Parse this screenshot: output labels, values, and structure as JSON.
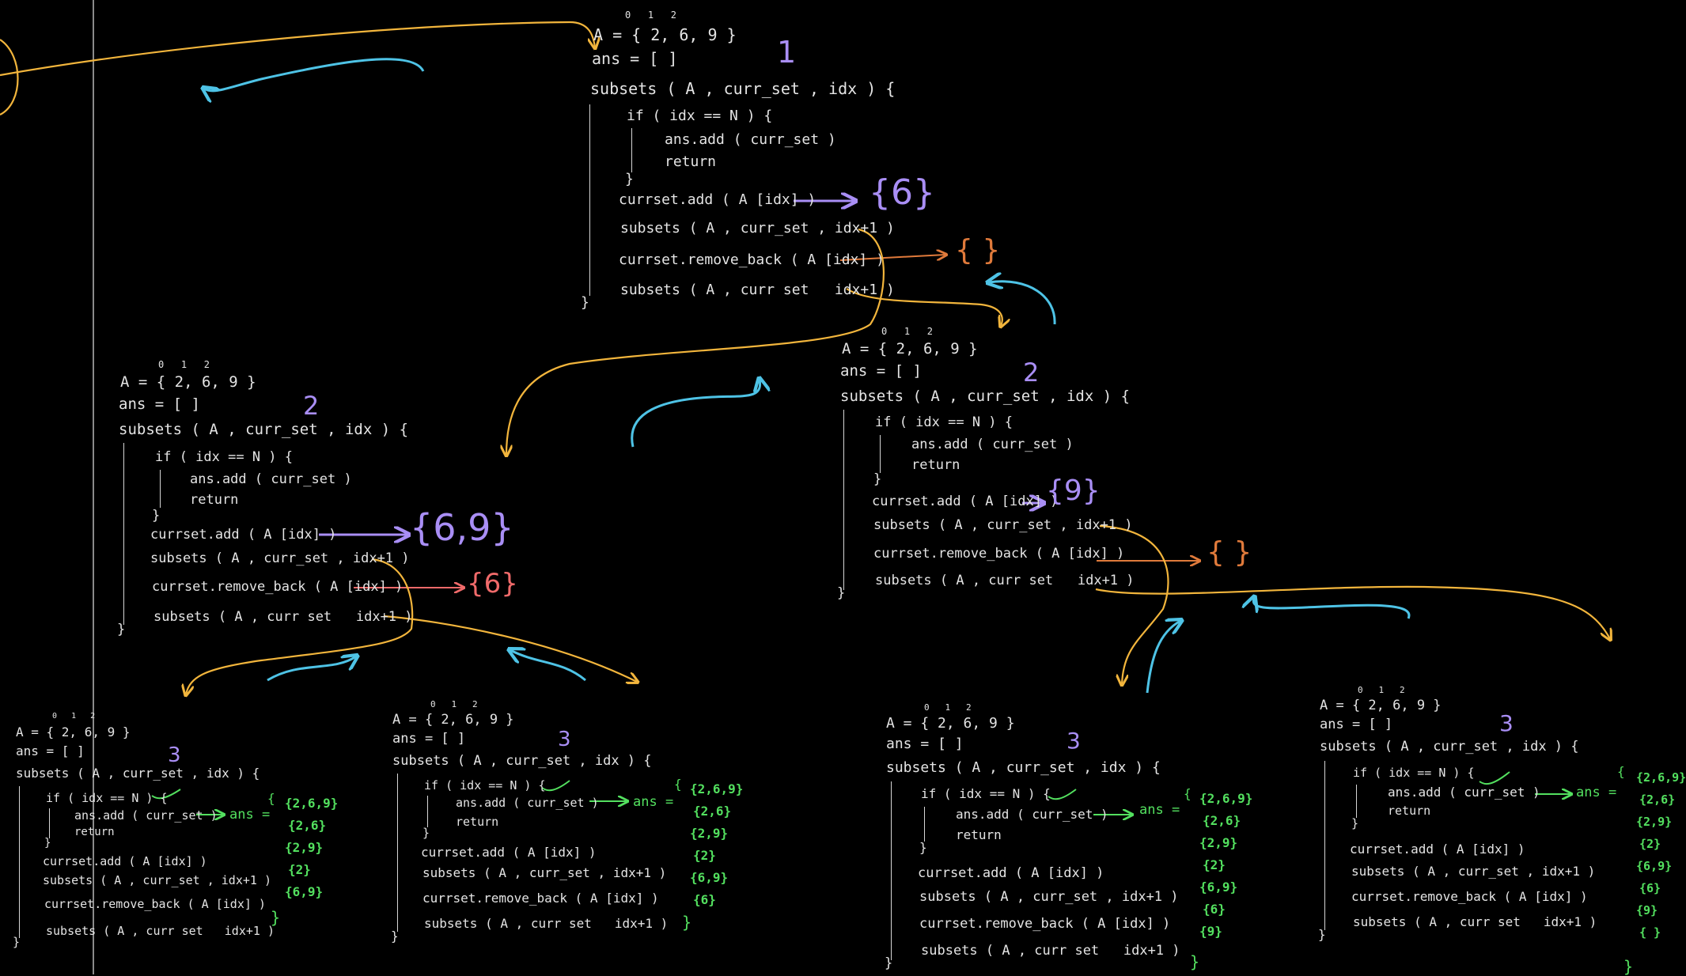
{
  "colors": {
    "background": "#000000",
    "code": "#e4e4e4",
    "call_arrow": "#f2b53c",
    "return_arrow": "#4ec3e6",
    "step_label": "#a98ef5",
    "add_arrow": "#a98ef5",
    "remove_arrow": "#e07a3b",
    "remove_arrow_alt": "#f06a6a",
    "answer": "#53e05f",
    "divider": "#8a8a8a"
  },
  "code": {
    "array": "A = { 2, 6, 9 }",
    "indices": "0   1   2",
    "ans_init": "ans = [ ]",
    "signature": "subsets ( A , curr_set , idx ) {",
    "if_line": "if ( idx == N ) {",
    "add_ans": "ans.add ( curr_set )",
    "ret": "return",
    "close_if": "}",
    "curr_add": "currset.add ( A [idx] )",
    "call1": "subsets ( A , curr_set , idx+1 )",
    "curr_remove": "currset.remove_back ( A [idx] )",
    "call2": "subsets ( A , curr set   idx+1 )",
    "close_fn": "}"
  },
  "frames": [
    {
      "step": "1",
      "set_after_add": "{6}",
      "set_after_remove": "{ }"
    },
    {
      "step": "2",
      "set_after_add": "{6,9}",
      "set_after_remove": "{6}"
    },
    {
      "step": "2",
      "set_after_add": "{9}",
      "set_after_remove": "{ }"
    },
    {
      "step": "3"
    },
    {
      "step": "3"
    },
    {
      "step": "3"
    },
    {
      "step": "3"
    }
  ],
  "answer": {
    "label": "ans =",
    "open_brace": "{",
    "close_brace": "}",
    "lists": [
      [
        "{2,6,9}",
        "{2,6}",
        "{2,9}",
        "{2}",
        "{6,9}"
      ],
      [
        "{2,6,9}",
        "{2,6}",
        "{2,9}",
        "{2}",
        "{6,9}",
        "{6}"
      ],
      [
        "{2,6,9}",
        "{2,6}",
        "{2,9}",
        "{2}",
        "{6,9}",
        "{6}",
        "{9}"
      ],
      [
        "{2,6,9}",
        "{2,6}",
        "{2,9}",
        "{2}",
        "{6,9}",
        "{6}",
        "{9}",
        "{ }"
      ]
    ]
  }
}
